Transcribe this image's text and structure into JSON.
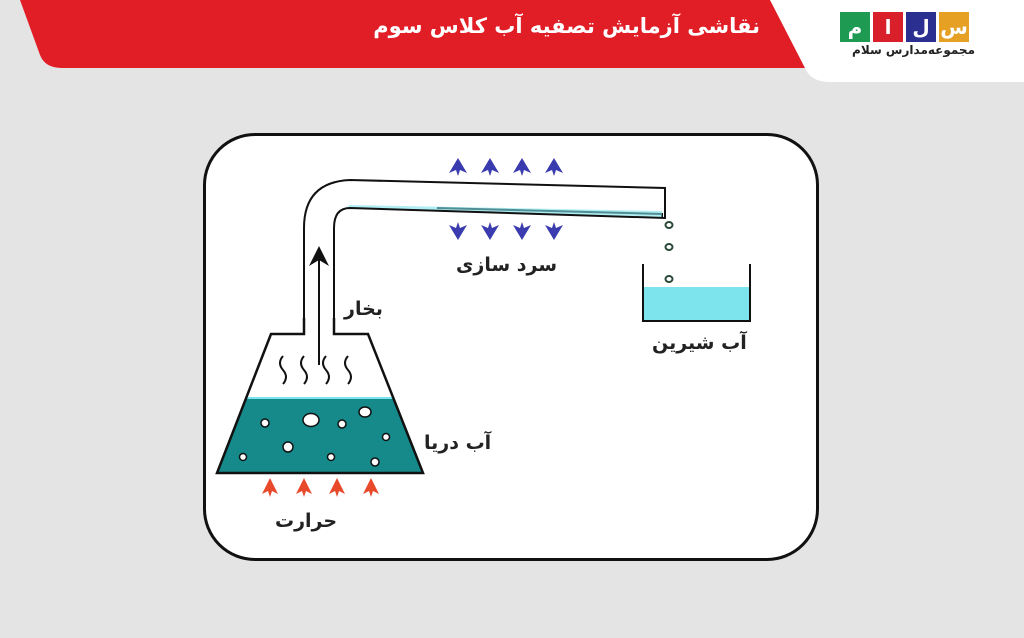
{
  "header": {
    "title": "نقاشی آزمایش تصفیه آب کلاس سوم",
    "banner_color": "#e11d26"
  },
  "logo": {
    "tiles": [
      {
        "char": "س",
        "color": "#e6a024"
      },
      {
        "char": "ل",
        "color": "#2b2f8f"
      },
      {
        "char": "ا",
        "color": "#d81f2a"
      },
      {
        "char": "م",
        "color": "#1e9a53"
      }
    ],
    "caption": "مجموعه‌مدارس سلام"
  },
  "diagram": {
    "title": "Water distillation (desalination) experiment",
    "labels": {
      "steam": "بخار",
      "cooling": "سرد سازی",
      "fresh_water": "آب شیرین",
      "sea_water": "آب دریا",
      "heat": "حرارت"
    },
    "colors": {
      "sea_water": "#16898a",
      "fresh_water": "#7de3ec",
      "cooling_arrows": "#3b3bb0",
      "heat_arrows": "#e8492b",
      "outline": "#111111"
    },
    "cooling_arrow_count_up": 4,
    "cooling_arrow_count_down": 4,
    "heat_arrow_count": 4,
    "droplet_count": 3,
    "vapor_waves": 4
  }
}
